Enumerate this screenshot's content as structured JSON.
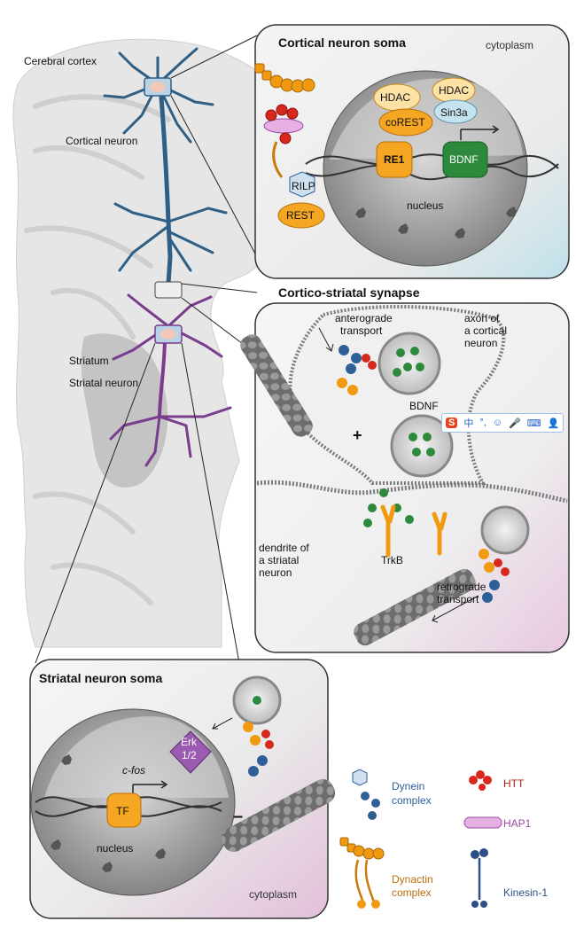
{
  "overview": {
    "cerebral_cortex": "Cerebral cortex",
    "cortical_neuron": "Cortical neuron",
    "striatum": "Striatum",
    "striatal_neuron": "Striatal neuron"
  },
  "cortical_soma": {
    "title": "Cortical neuron soma",
    "cytoplasm": "cytoplasm",
    "nucleus": "nucleus",
    "hdac_left": "HDAC",
    "hdac_right": "HDAC",
    "corest": "coREST",
    "sin3a": "Sin3a",
    "re1": "RE1",
    "bdnf_gene": "BDNF",
    "rilp": "RILP",
    "rest": "REST"
  },
  "synapse": {
    "title": "Cortico-striatal synapse",
    "anterograde_line1": "anterograde",
    "anterograde_line2": "transport",
    "axon_line1": "axon of",
    "axon_line2": "a cortical",
    "axon_line3": "neuron",
    "bdnf": "BDNF",
    "plus": "+",
    "dendrite_line1": "dendrite of",
    "dendrite_line2": "a striatal",
    "dendrite_line3": "neuron",
    "trkb": "TrkB",
    "retrograde_line1": "retrograde",
    "retrograde_line2": "transport"
  },
  "striatal_soma": {
    "title": "Striatal neuron soma",
    "erk_line1": "Erk",
    "erk_line2": "1/2",
    "cfos": "c-fos",
    "tf": "TF",
    "nucleus": "nucleus",
    "cytoplasm": "cytoplasm",
    "minus": "–"
  },
  "legend": {
    "dynein_line1": "Dynein",
    "dynein_line2": "complex",
    "htt": "HTT",
    "hap1": "HAP1",
    "dynactin_line1": "Dynactin",
    "dynactin_line2": "complex",
    "kinesin": "Kinesin-1"
  },
  "toolbar": {
    "ime_logo": "S",
    "zh": "中",
    "punct": "°,",
    "emoji": "☺",
    "mic": "🎤",
    "keyboard": "⌨",
    "person": "👤"
  },
  "colors": {
    "dynein": "#2e5f96",
    "htt": "#d8281e",
    "hap1": "#cf7fd0",
    "dynactin": "#f09a12",
    "kinesin": "#2b4f86",
    "bdnf_green": "#2d8a3c",
    "cortical_neuron": "#2f5f85",
    "striatal_neuron": "#7a3c8c"
  }
}
